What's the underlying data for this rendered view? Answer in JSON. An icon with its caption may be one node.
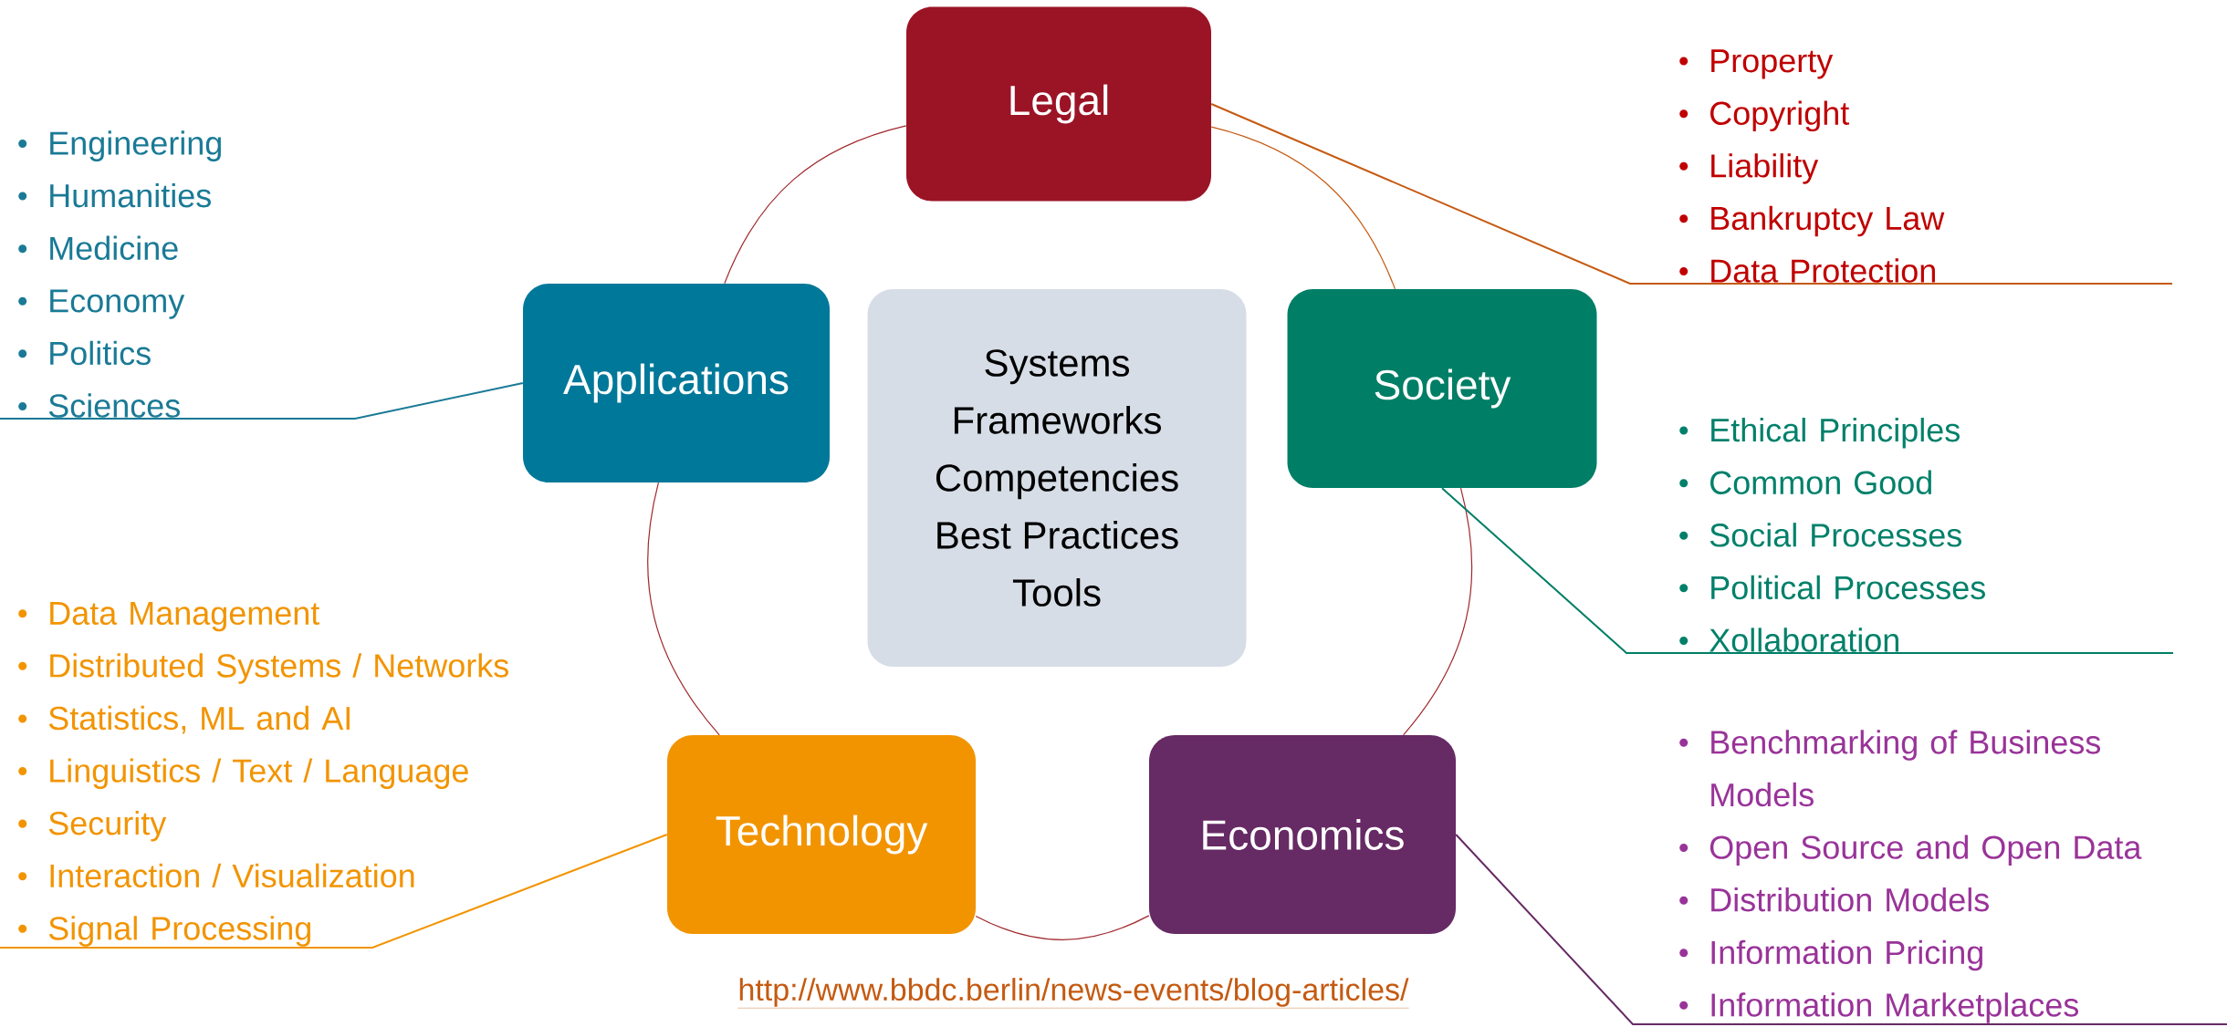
{
  "diagram": {
    "nodes": [
      {
        "text": [
          "Legal"
        ]
      },
      {
        "text": [
          "Applications"
        ]
      },
      {
        "text": [
          "Systems",
          "Frameworks",
          "Competencies",
          "Best Practices",
          "Tools"
        ]
      },
      {
        "text": [
          "Society"
        ]
      },
      {
        "text": [
          "Technology"
        ]
      },
      {
        "text": [
          "Economics"
        ]
      },
      {
        "text": [
          "Property",
          "Copyright",
          "Liability",
          "Bankruptcy Law",
          "Data Protection"
        ]
      },
      {
        "text": [
          "Engineering",
          "Humanities",
          "Medicine",
          "Economy",
          "Politics",
          "Sciences"
        ]
      },
      {
        "text": [
          "Ethical Principles",
          "Common Good",
          "Social Processes",
          "Political Processes",
          "Xollaboration"
        ]
      },
      {
        "text": [
          "Data Management",
          "Distributed Systems / Networks",
          "Statistics, ML and AI",
          "Linguistics / Text / Language",
          "Security",
          "Interaction / Visualization",
          "Signal Processing"
        ]
      },
      {
        "text": [
          "Benchmarking of Business Models",
          "Open Source and Open Data",
          "Distribution Models",
          "Information Pricing",
          "Information Marketplaces"
        ]
      }
    ],
    "edges": [
      {
        "from": 0,
        "to": 3,
        "arrow": "none",
        "color": "#c55a11"
      },
      {
        "from": 3,
        "to": 5,
        "arrow": "none",
        "color": "#a0282d"
      },
      {
        "from": 5,
        "to": 4,
        "arrow": "none",
        "color": "#a0282d"
      },
      {
        "from": 4,
        "to": 1,
        "arrow": "none",
        "color": "#a0282d"
      },
      {
        "from": 1,
        "to": 0,
        "arrow": "none",
        "color": "#a0282d"
      },
      {
        "from": 0,
        "to": 6,
        "arrow": "none",
        "color": "#c55a11"
      },
      {
        "from": 1,
        "to": 7,
        "arrow": "none",
        "color": "#1a7a96"
      },
      {
        "from": 3,
        "to": 8,
        "arrow": "none",
        "color": "#007e66"
      },
      {
        "from": 4,
        "to": 9,
        "arrow": "none",
        "color": "#f29400"
      },
      {
        "from": 5,
        "to": 10,
        "arrow": "none",
        "color": "#662a64"
      }
    ],
    "labels": [
      "http://www.bbdc.berlin/news-events/blog-articles/"
    ]
  }
}
